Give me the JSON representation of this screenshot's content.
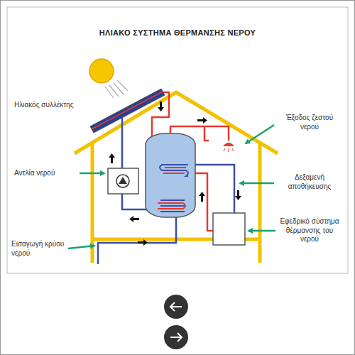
{
  "diagram": {
    "title": "ΗΛΙΑΚΟ ΣΥΣΤΗΜΑ ΘΕΡΜΑΝΣΗΣ ΝΕΡΟΥ",
    "labels": [
      "Ηλιακός συλλέκτης",
      "Έξοδος ζεστού νερού",
      "Αντλία νερού",
      "Δεξαμενή αποθήκευσης",
      "Εφεδρικό σύστημα θέρμανσης του νερού",
      "Εισαγωγή κρύου νερού"
    ]
  }
}
